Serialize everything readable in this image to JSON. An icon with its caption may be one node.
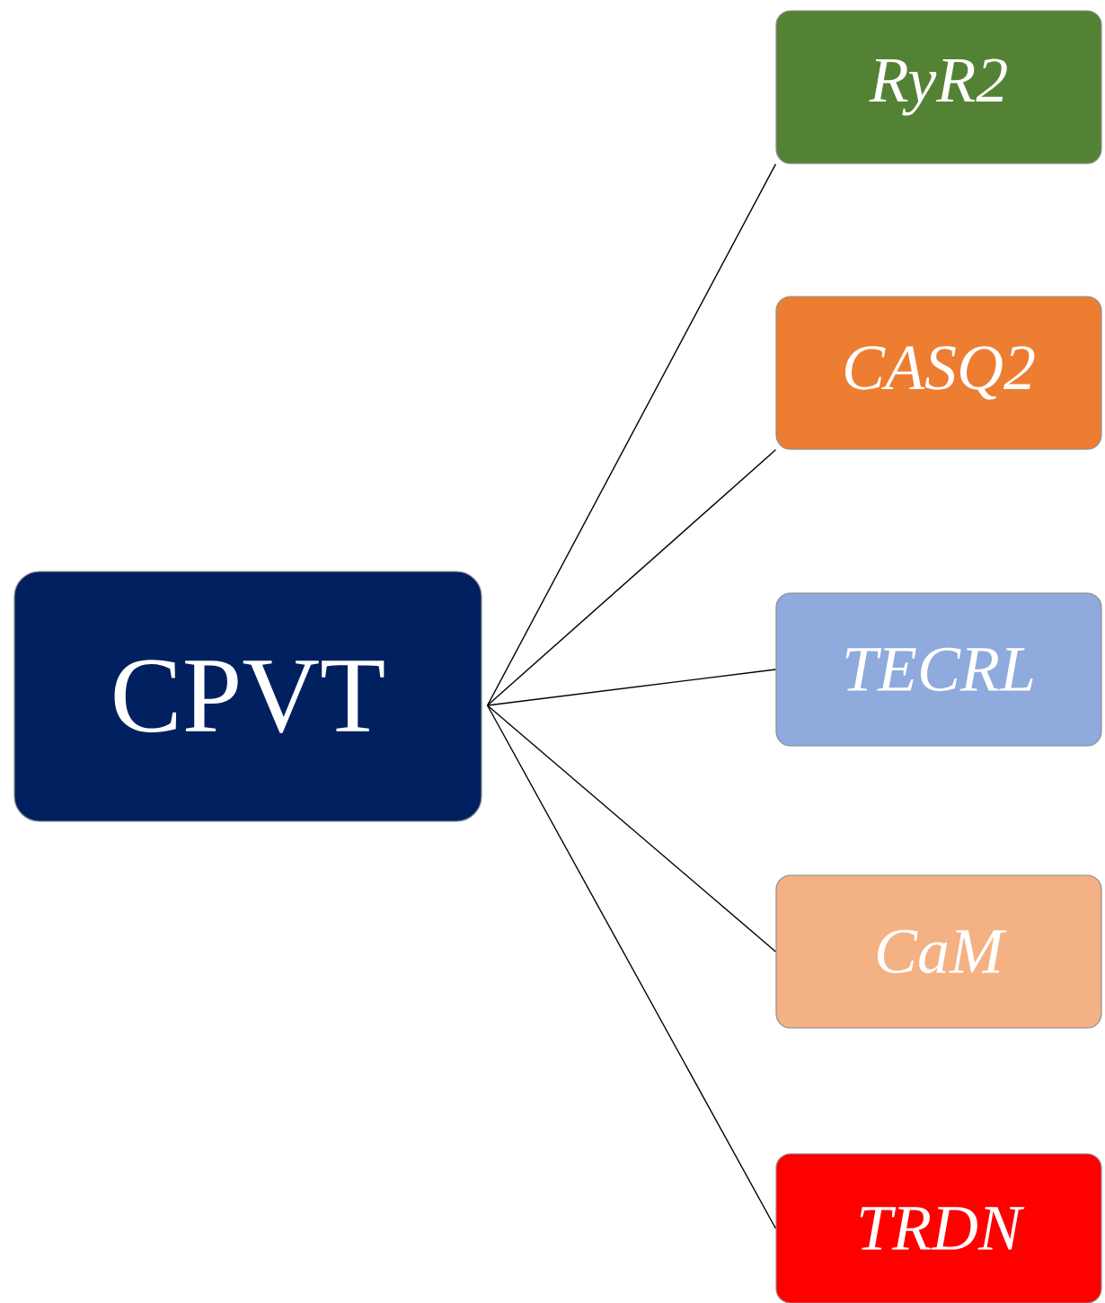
{
  "diagram": {
    "nodes": [
      {
        "text": [
          "CPVT"
        ]
      },
      {
        "text": [
          "RyR2"
        ]
      },
      {
        "text": [
          "CASQ2"
        ]
      },
      {
        "text": [
          "TECRL"
        ]
      },
      {
        "text": [
          "CaM"
        ]
      },
      {
        "text": [
          "TRDN"
        ]
      }
    ],
    "edges": [
      {
        "from": 0,
        "to": 1,
        "arrow": "none"
      },
      {
        "from": 0,
        "to": 2,
        "arrow": "none"
      },
      {
        "from": 0,
        "to": 3,
        "arrow": "none"
      },
      {
        "from": 0,
        "to": 4,
        "arrow": "none"
      },
      {
        "from": 0,
        "to": 5,
        "arrow": "none"
      }
    ]
  }
}
